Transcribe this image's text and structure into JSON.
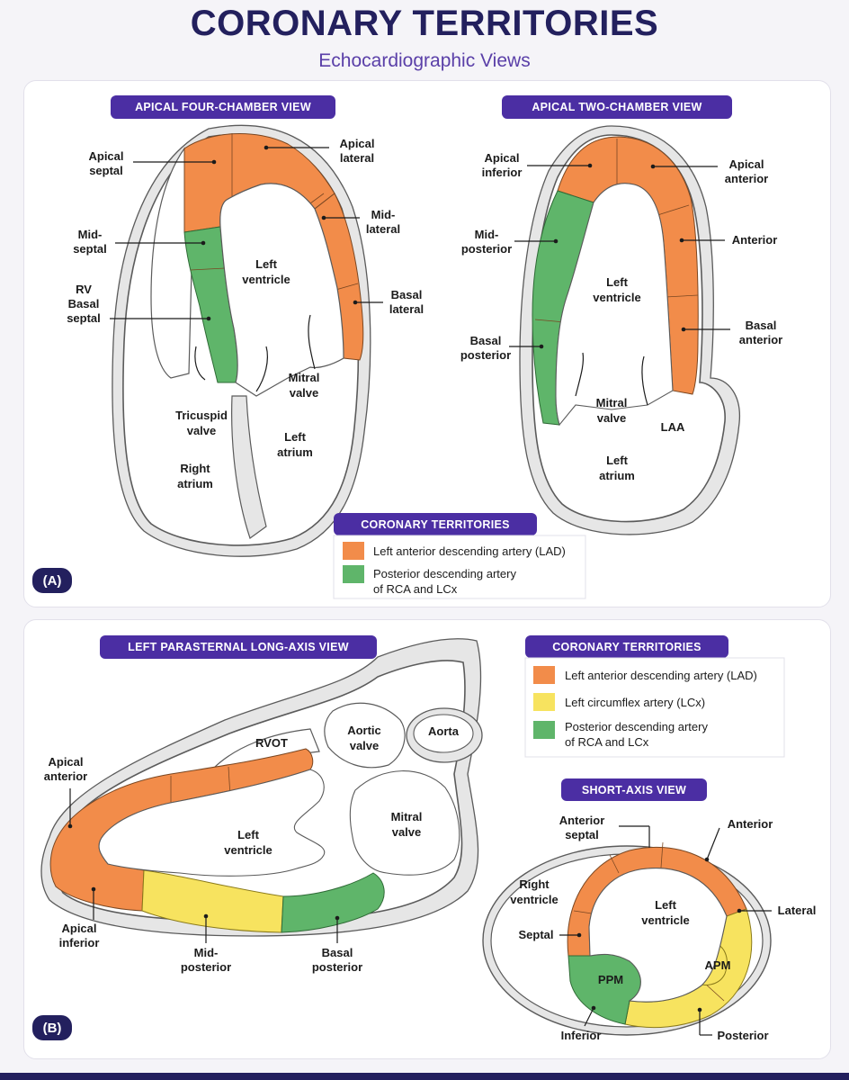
{
  "header": {
    "title": "CORONARY TERRITORIES",
    "subtitle": "Echocardiographic Views"
  },
  "colors": {
    "lad": "#f28c4a",
    "lcx": "#f7e35f",
    "pda": "#5fb56a",
    "pill": "#4b2ea3",
    "title": "#23205e"
  },
  "panelA": {
    "tag": "(A)",
    "four_chamber": {
      "title": "APICAL FOUR-CHAMBER VIEW",
      "labels": {
        "apical_septal": [
          "Apical",
          "septal"
        ],
        "apical_lateral": [
          "Apical",
          "lateral"
        ],
        "mid_septal": [
          "Mid-",
          "septal"
        ],
        "mid_lateral": [
          "Mid-",
          "lateral"
        ],
        "rv_basal_septal": [
          "RV",
          "Basal",
          "septal"
        ],
        "basal_lateral": [
          "Basal",
          "lateral"
        ],
        "left_ventricle": [
          "Left",
          "ventricle"
        ],
        "mitral_valve": [
          "Mitral",
          "valve"
        ],
        "tricuspid_valve": [
          "Tricuspid",
          "valve"
        ],
        "left_atrium": [
          "Left",
          "atrium"
        ],
        "right_atrium": [
          "Right",
          "atrium"
        ]
      }
    },
    "two_chamber": {
      "title": "APICAL TWO-CHAMBER VIEW",
      "labels": {
        "apical_inferior": [
          "Apical",
          "inferior"
        ],
        "apical_anterior": [
          "Apical",
          "anterior"
        ],
        "mid_posterior": [
          "Mid-",
          "posterior"
        ],
        "anterior": "Anterior",
        "basal_posterior": [
          "Basal",
          "posterior"
        ],
        "basal_anterior": [
          "Basal",
          "anterior"
        ],
        "left_ventricle": [
          "Left",
          "ventricle"
        ],
        "mitral_valve": [
          "Mitral",
          "valve"
        ],
        "laa": "LAA",
        "left_atrium": [
          "Left",
          "atrium"
        ]
      }
    },
    "legend": {
      "title": "CORONARY TERRITORIES",
      "items": [
        {
          "lines": [
            "Left anterior descending artery (LAD)"
          ],
          "color_key": "lad"
        },
        {
          "lines": [
            "Posterior descending artery",
            "of RCA and LCx"
          ],
          "color_key": "pda"
        }
      ]
    }
  },
  "panelB": {
    "tag": "(B)",
    "long_axis": {
      "title": "LEFT PARASTERNAL LONG-AXIS VIEW",
      "labels": {
        "rvot": "RVOT",
        "aortic_valve": [
          "Aortic",
          "valve"
        ],
        "aorta": "Aorta",
        "apical_anterior": [
          "Apical",
          "anterior"
        ],
        "left_ventricle": [
          "Left",
          "ventricle"
        ],
        "mitral_valve": [
          "Mitral",
          "valve"
        ],
        "apical_inferior": [
          "Apical",
          "inferior"
        ],
        "mid_posterior": [
          "Mid-",
          "posterior"
        ],
        "basal_posterior": [
          "Basal",
          "posterior"
        ]
      }
    },
    "legend": {
      "title": "CORONARY TERRITORIES",
      "items": [
        {
          "lines": [
            "Left anterior descending artery (LAD)"
          ],
          "color_key": "lad"
        },
        {
          "lines": [
            "Left circumflex artery (LCx)"
          ],
          "color_key": "lcx"
        },
        {
          "lines": [
            "Posterior descending artery",
            "of RCA and LCx"
          ],
          "color_key": "pda"
        }
      ]
    },
    "short_axis": {
      "title": "SHORT-AXIS VIEW",
      "labels": {
        "anterior_septal": [
          "Anterior",
          "septal"
        ],
        "anterior": "Anterior",
        "right_ventricle": [
          "Right",
          "ventricle"
        ],
        "left_ventricle": [
          "Left",
          "ventricle"
        ],
        "lateral": "Lateral",
        "septal": "Septal",
        "apm": "APM",
        "ppm": "PPM",
        "inferior": "Inferior",
        "posterior": "Posterior"
      }
    }
  }
}
